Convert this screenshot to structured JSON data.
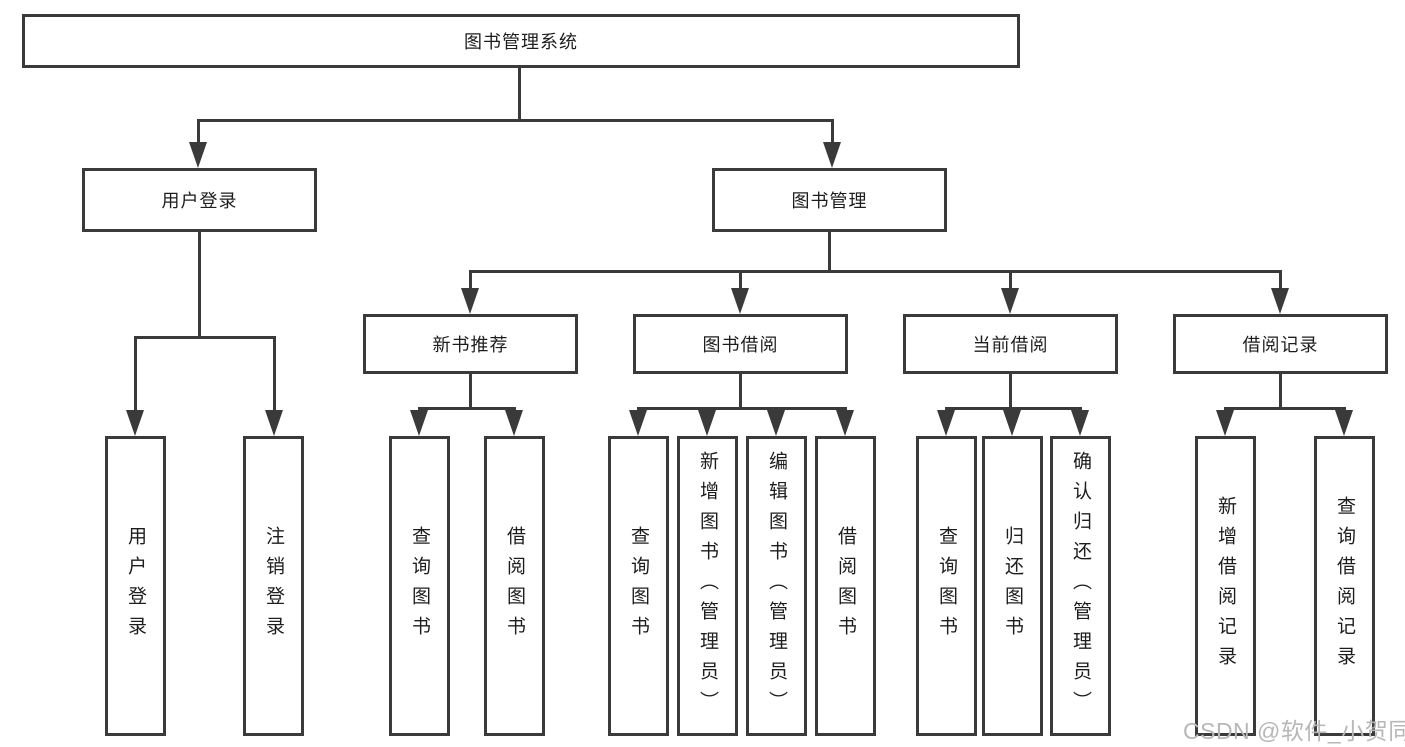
{
  "nodes": {
    "root": "图书管理系统",
    "user_login": "用户登录",
    "book_management": "图书管理",
    "new_book_recommend": "新书推荐",
    "book_borrowing": "图书借阅",
    "current_borrowing": "当前借阅",
    "borrowing_records": "借阅记录"
  },
  "leaves": {
    "user_login": "用户登录",
    "logout": "注销登录",
    "nbr_query_books": "查询图书",
    "nbr_borrow_books": "借阅图书",
    "bb_query_books": "查询图书",
    "bb_add_book_admin": "新增图书（管理员）",
    "bb_edit_book_admin": "编辑图书（管理员）",
    "bb_borrow_books": "借阅图书",
    "cb_query_books": "查询图书",
    "cb_return_books": "归还图书",
    "cb_confirm_return_admin": "确认归还（管理员）",
    "br_add_record": "新增借阅记录",
    "br_query_record": "查询借阅记录"
  },
  "watermark": "CSDN @软件_小贺同学",
  "colors": {
    "line": "#3a3a3a",
    "text": "#1d1d1d",
    "watermark": "#b7b7b7",
    "background": "#ffffff"
  }
}
